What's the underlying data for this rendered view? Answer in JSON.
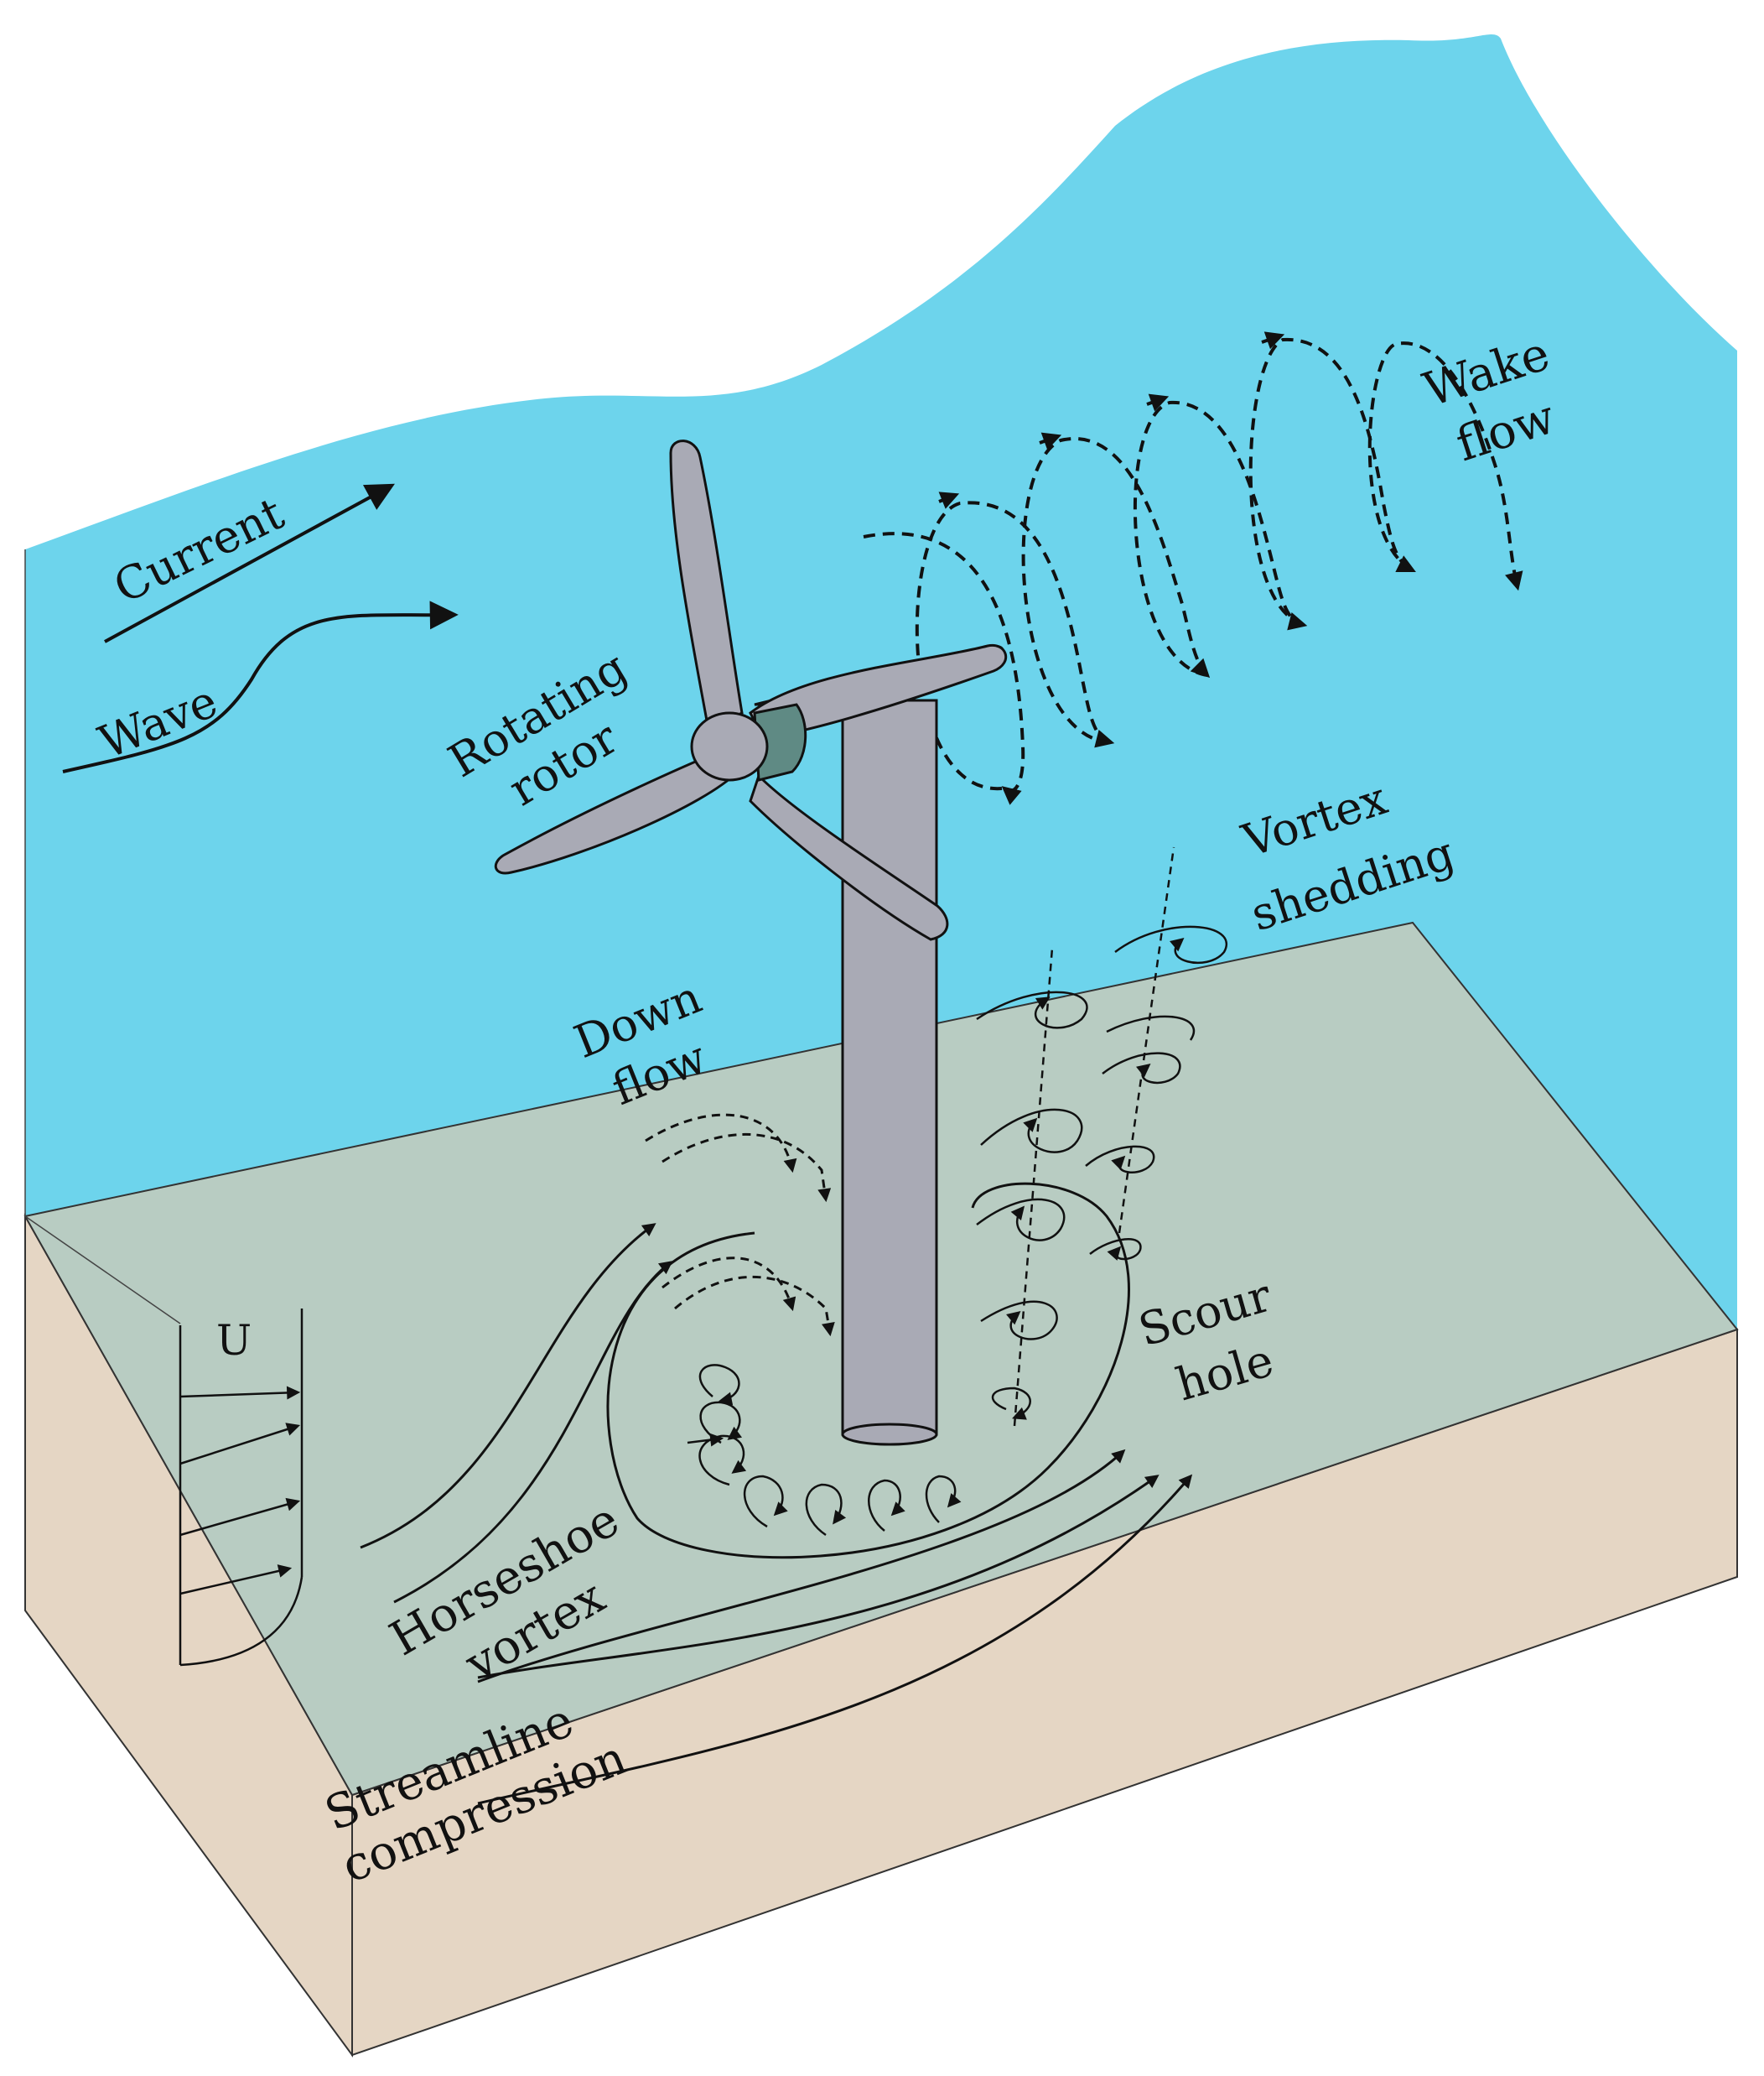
{
  "diagram": {
    "colors": {
      "water": "#6DD4EC",
      "seabed_top": "#B8CCC2",
      "sediment_side": "#E5D6C4",
      "turbine_fill": "#A9AAB5",
      "nacelle_ring": "#5F8A84",
      "ink": "#111111"
    },
    "labels": {
      "current": "Current",
      "wave": "Wave",
      "rotating_rotor": [
        "Rotating",
        "rotor"
      ],
      "wake_flow": [
        "Wake",
        "flow"
      ],
      "vortex_shedding": [
        "Vortex",
        "shedding"
      ],
      "down_flow": [
        "Down",
        "flow"
      ],
      "scour_hole": [
        "Scour",
        "hole"
      ],
      "velocity": "U",
      "horseshoe_vortex": [
        "Horseshoe",
        "vortex"
      ],
      "streamline_compression": [
        "Streamline",
        "compression"
      ]
    }
  }
}
